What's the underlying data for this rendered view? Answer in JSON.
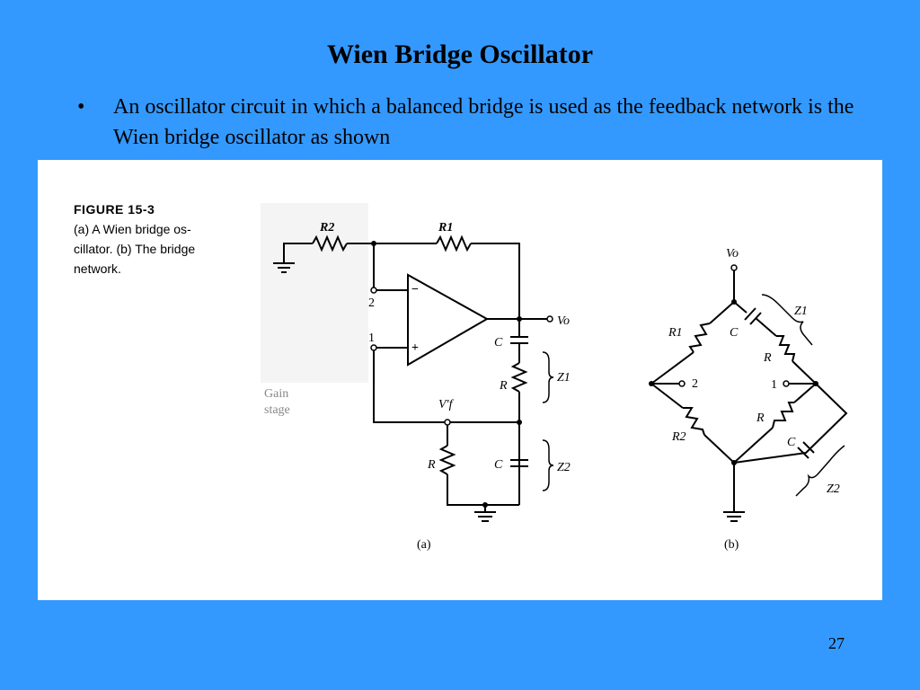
{
  "slide": {
    "title": "Wien Bridge Oscillator",
    "bullet_mark": "•",
    "bullet_text": "An oscillator circuit in which a balanced bridge is used as the feedback network is the Wien bridge oscillator as shown",
    "page_number": "27"
  },
  "figure": {
    "number": "FIGURE 15-3",
    "caption_line1": "(a) A Wien bridge os-",
    "caption_line2": "cillator. (b) The bridge",
    "caption_line3": "network.",
    "gain_stage_1": "Gain",
    "gain_stage_2": "stage",
    "part_a": {
      "label": "(a)",
      "r2": "R2",
      "r1": "R1",
      "pin2": "2",
      "pin1": "1",
      "minus": "−",
      "plus": "+",
      "vo": "Vo",
      "vf": "V′f",
      "c_top": "C",
      "r_mid": "R",
      "z1": "Z1",
      "r_bottom": "R",
      "c_bottom": "C",
      "z2": "Z2"
    },
    "part_b": {
      "label": "(b)",
      "vo": "Vo",
      "z1": "Z1",
      "c_top": "C",
      "r1": "R1",
      "r_right": "R",
      "node2": "2",
      "node1": "1",
      "r_lower": "R",
      "c_lower": "C",
      "r2": "R2",
      "z2": "Z2"
    }
  }
}
